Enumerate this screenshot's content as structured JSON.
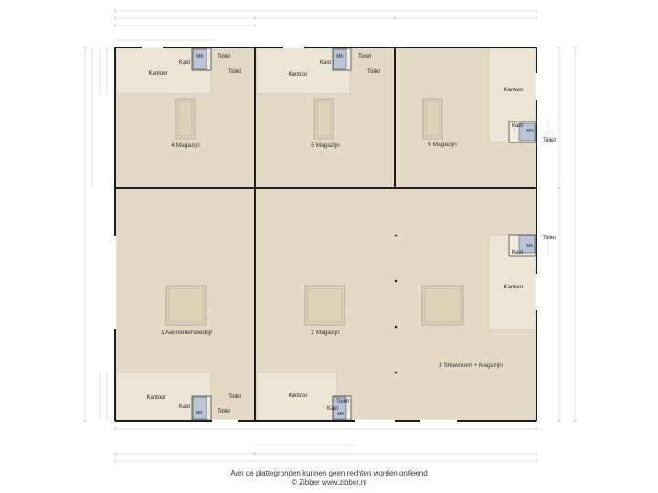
{
  "rooms": {
    "r1": "1 Aannemersbedrijf",
    "r2": "2 Magazijn",
    "r3": "3 Showroom + Magazijn",
    "r4": "4 Magazijn",
    "r5": "5 Magazijn",
    "r6": "6 Magazijn"
  },
  "labels": {
    "kantoor": "Kantoor",
    "kast": "Kast",
    "toilet": "Toilet",
    "mk": "MK"
  },
  "footer": {
    "line1": "Aan de plattegronden kunnen geen rechten worden ontleend",
    "line2": "© Zibber www.zibber.nl"
  },
  "colors": {
    "floor": "#e2dac4",
    "wall": "#1e1e1e",
    "service": "#b9c4d6",
    "dimension": "#b0b0b0"
  }
}
